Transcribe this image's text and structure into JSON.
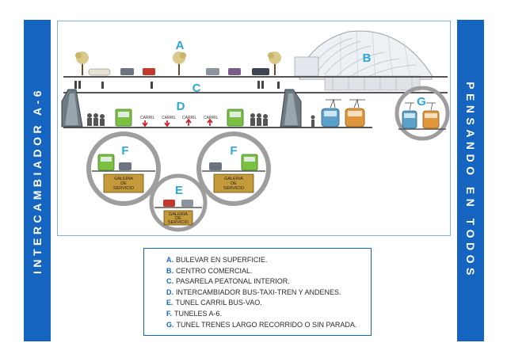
{
  "banners": {
    "left": "INTERCAMBIADOR A-6",
    "right": "PENSANDO EN TODOS"
  },
  "diagram": {
    "labels": {
      "a": "A",
      "b": "B",
      "c": "C",
      "d": "D",
      "e": "E",
      "f1": "F",
      "f2": "F",
      "g": "G"
    },
    "carril": [
      "CARRIL",
      "CARRIL",
      "CARRIL",
      "CARRIL"
    ],
    "galeria_left": [
      "GALERIA",
      "DE",
      "SERVICIO"
    ],
    "galeria_right": [
      "GALERIA",
      "DE",
      "SERVICIO"
    ],
    "galeria_small": [
      "GALERIA",
      "DE",
      "SERVICIO"
    ],
    "colors": {
      "accent": "#2aa9d6",
      "banner": "#1565c0",
      "ring": "#9e9e9e",
      "gallery": "#c49a3a"
    }
  },
  "legend": [
    {
      "key": "A.",
      "text": "BULEVAR EN SUPERFICIE."
    },
    {
      "key": "B.",
      "text": "CENTRO COMERCIAL."
    },
    {
      "key": "C.",
      "text": "PASARELA PEATONAL INTERIOR."
    },
    {
      "key": "D.",
      "text": "INTERCAMBIADOR BUS-TAXI-TREN Y ANDENES."
    },
    {
      "key": "E.",
      "text": "TUNEL CARRIL BUS-VAO."
    },
    {
      "key": "F.",
      "text": "TUNELES A-6."
    },
    {
      "key": "G.",
      "text": "TUNEL TRENES LARGO RECORRIDO O SIN PARADA."
    }
  ]
}
